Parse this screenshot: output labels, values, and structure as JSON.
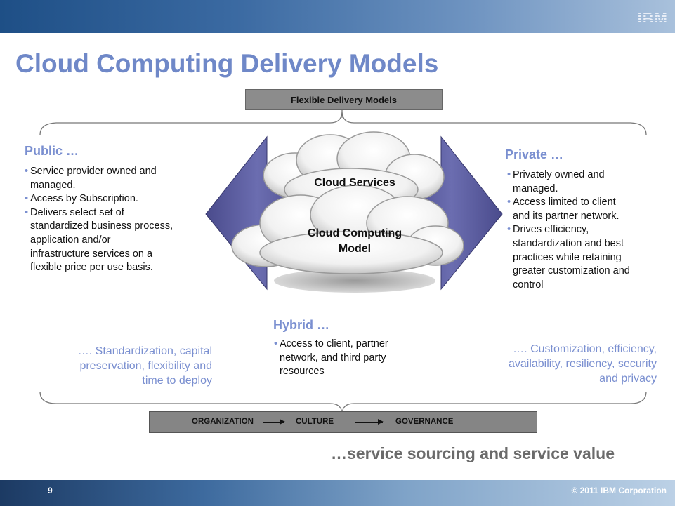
{
  "header": {
    "logo_text": "IBM"
  },
  "slide": {
    "title": "Cloud Computing Delivery Models",
    "top_box_label": "Flexible Delivery Models",
    "cloud_top_label": "Cloud Services",
    "cloud_bottom_label": [
      "Cloud Computing",
      "Model"
    ]
  },
  "public": {
    "heading": "Public …",
    "bullets": [
      [
        "Service provider owned and",
        "managed."
      ],
      [
        "Access by Subscription."
      ],
      [
        "Delivers select set of",
        "standardized business process,",
        "application and/or",
        "infrastructure services on a",
        "flexible price per use basis."
      ]
    ],
    "note": [
      "…. Standardization, capital",
      "preservation, flexibility and",
      "time to  deploy"
    ]
  },
  "private": {
    "heading": "Private …",
    "bullets": [
      [
        "Privately owned and",
        "managed."
      ],
      [
        "Access limited to client",
        "and its partner network."
      ],
      [
        "Drives efficiency,",
        "standardization and best",
        "practices while retaining",
        "greater customization and",
        "control"
      ]
    ],
    "note": [
      "….  Customization, efficiency,",
      "availability, resiliency, security",
      "and privacy"
    ]
  },
  "hybrid": {
    "heading": "Hybrid …",
    "bullets": [
      [
        "Access to client, partner",
        "network, and third party",
        "resources"
      ]
    ]
  },
  "flow": {
    "steps": [
      "ORGANIZATION",
      "CULTURE",
      "GOVERNANCE"
    ]
  },
  "tagline": "…service sourcing and service value",
  "footer": {
    "page_number": "9",
    "copyright": "© 2011 IBM Corporation"
  },
  "colors": {
    "accent": "#7a8fd0",
    "arrow": "#5b5c9e",
    "box": "#8c8c8c"
  }
}
